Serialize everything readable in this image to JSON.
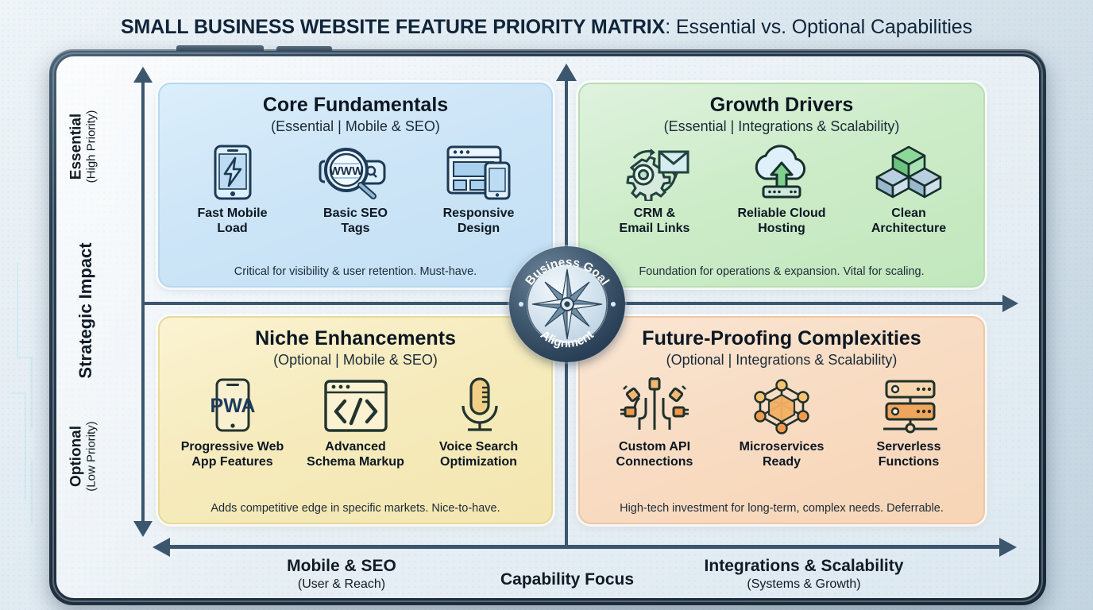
{
  "title": {
    "strong": "SMALL BUSINESS WEBSITE FEATURE PRIORITY MATRIX",
    "light": ": Essential vs. Optional Capabilities"
  },
  "axes": {
    "y_axis_title": "Strategic Impact",
    "y_top_label": "Essential",
    "y_top_sub": "(High Priority)",
    "y_bottom_label": "Optional",
    "y_bottom_sub": "(Low Priority)",
    "x_axis_title": "Capability Focus",
    "x_left_label": "Mobile & SEO",
    "x_left_sub": "(User & Reach)",
    "x_right_label": "Integrations & Scalability",
    "x_right_sub": "(Systems & Growth)"
  },
  "center_badge": {
    "top_arc": "Business Goal",
    "bottom_arc": "Alignment",
    "icon": "compass-rose-icon"
  },
  "quadrants": [
    {
      "id": "core-fundamentals",
      "title": "Core Fundamentals",
      "subtitle": "(Essential | Mobile & SEO)",
      "footnote": "Critical for visibility & user retention. Must-have.",
      "color": "#cde5f7",
      "border_color": "#b6d8ef",
      "items": [
        {
          "label": "Fast Mobile\nLoad",
          "icon": "mobile-lightning-icon"
        },
        {
          "label": "Basic SEO\nTags",
          "icon": "magnifier-www-icon"
        },
        {
          "label": "Responsive\nDesign",
          "icon": "browser-mobile-icon"
        }
      ]
    },
    {
      "id": "growth-drivers",
      "title": "Growth Drivers",
      "subtitle": "(Essential | Integrations & Scalability)",
      "footnote": "Foundation for operations & expansion. Vital for scaling.",
      "color": "#cdecc9",
      "border_color": "#b8ddb2",
      "items": [
        {
          "label": "CRM &\nEmail Links",
          "icon": "gear-envelope-icon"
        },
        {
          "label": "Reliable Cloud\nHosting",
          "icon": "cloud-upload-server-icon"
        },
        {
          "label": "Clean\nArchitecture",
          "icon": "isometric-blocks-icon"
        }
      ]
    },
    {
      "id": "niche-enhancements",
      "title": "Niche Enhancements",
      "subtitle": "(Optional | Mobile & SEO)",
      "footnote": "Adds competitive edge in specific markets. Nice-to-have.",
      "color": "#f6ebbd",
      "border_color": "#e8d99b",
      "items": [
        {
          "label": "Progressive Web\nApp Features",
          "icon": "pwa-phone-icon"
        },
        {
          "label": "Advanced\nSchema Markup",
          "icon": "code-browser-icon"
        },
        {
          "label": "Voice Search\nOptimization",
          "icon": "microphone-icon"
        }
      ]
    },
    {
      "id": "future-proofing-complexities",
      "title": "Future-Proofing Complexities",
      "subtitle": "(Optional | Integrations & Scalability)",
      "footnote": "High-tech investment for long-term, complex needs. Deferrable.",
      "color": "#f8dcc3",
      "border_color": "#eec8a6",
      "items": [
        {
          "label": "Custom API\nConnections",
          "icon": "plug-connections-icon"
        },
        {
          "label": "Microservices\nReady",
          "icon": "node-cube-network-icon"
        },
        {
          "label": "Serverless\nFunctions",
          "icon": "server-stack-icon"
        }
      ]
    }
  ]
}
